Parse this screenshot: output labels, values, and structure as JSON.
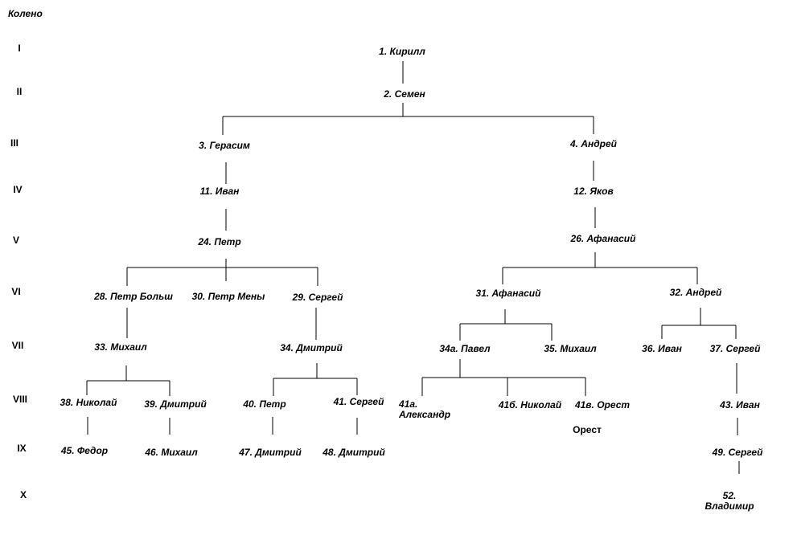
{
  "header": {
    "generation_label": "Колено"
  },
  "generations": [
    "I",
    "II",
    "III",
    "IV",
    "V",
    "VI",
    "VII",
    "VIII",
    "IX",
    "X"
  ],
  "persons": {
    "p1": "1. Кирилл",
    "p2": "2. Семен",
    "p3": "3. Герасим",
    "p4": "4. Андрей",
    "p11": "11. Иван",
    "p12": "12. Яков",
    "p24": "24. Петр",
    "p26": "26. Афанасий",
    "p28": "28. Петр Больш",
    "p30": "30. Петр Мены",
    "p29": "29. Сергей",
    "p31": "31. Афанасий",
    "p32": "32. Андрей",
    "p33": "33. Михаил",
    "p34": "34.  Дмитрий",
    "p34a": "34а. Павел",
    "p35": "35. Михаил",
    "p36": "36. Иван",
    "p37": "37. Сергей",
    "p38": "38. Николай",
    "p39": "39. Дмитрий",
    "p40": "40. Петр",
    "p41": "41. Сергей",
    "p41a": "41а. Александр",
    "p41b": "41б. Николай",
    "p41v": "41в. Орест",
    "p41v_note": "Орест",
    "p43": "43. Иван",
    "p45": "45. Федор",
    "p46": "46. Михаил",
    "p47": "47. Дмитрий",
    "p48": "48. Дмитрий",
    "p49": "49. Сергей",
    "p52": "52. Владимир"
  }
}
